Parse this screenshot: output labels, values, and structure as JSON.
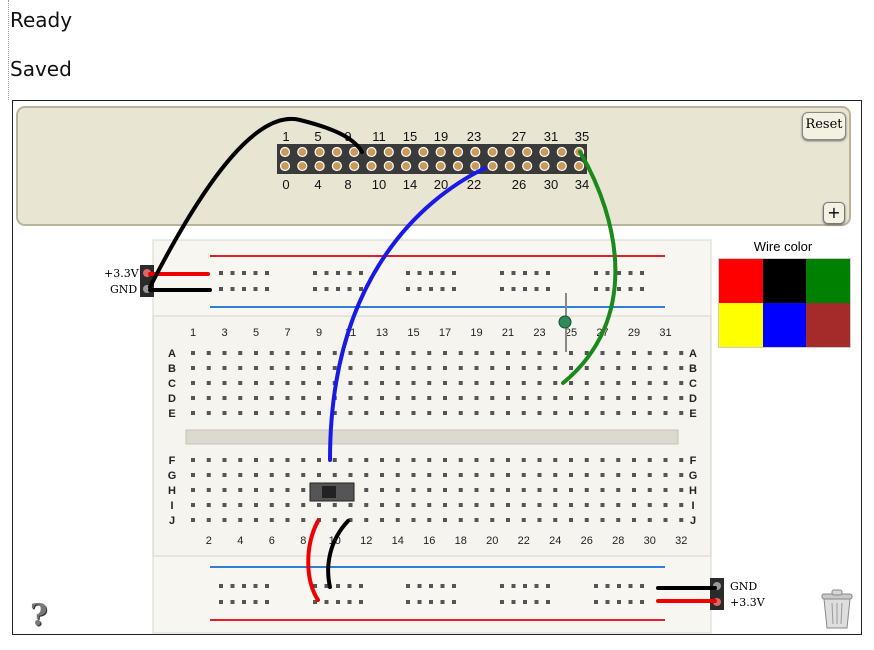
{
  "status": {
    "line1": "Ready",
    "line2": "Saved"
  },
  "header": {
    "top_labels": [
      "1",
      "5",
      "9",
      "11",
      "15",
      "19",
      "23",
      "27",
      "31",
      "35"
    ],
    "bottom_labels": [
      "0",
      "4",
      "8",
      "10",
      "14",
      "20",
      "22",
      "26",
      "30",
      "34"
    ]
  },
  "buttons": {
    "reset_label": "Reset",
    "add_label": "+"
  },
  "wire_color": {
    "title": "Wire color",
    "colors": [
      "#ff0000",
      "#000000",
      "#008000",
      "#ffff00",
      "#0000ff",
      "#a52a2a"
    ]
  },
  "power": {
    "left_plus": "+3.3V",
    "left_gnd": "GND",
    "right_gnd": "GND",
    "right_plus": "+3.3V"
  },
  "breadboard": {
    "top_numbers": [
      "1",
      "3",
      "5",
      "7",
      "9",
      "11",
      "13",
      "15",
      "17",
      "19",
      "21",
      "23",
      "25",
      "27",
      "29",
      "31"
    ],
    "bottom_numbers": [
      "2",
      "4",
      "6",
      "8",
      "10",
      "12",
      "14",
      "16",
      "18",
      "20",
      "22",
      "24",
      "26",
      "28",
      "30",
      "32"
    ],
    "rows_top": [
      "A",
      "B",
      "C",
      "D",
      "E"
    ],
    "rows_bottom": [
      "F",
      "G",
      "H",
      "I",
      "J"
    ]
  },
  "icons": {
    "help": "?",
    "help_icon": "question-mark-icon",
    "trash_icon": "trash-can-icon"
  }
}
